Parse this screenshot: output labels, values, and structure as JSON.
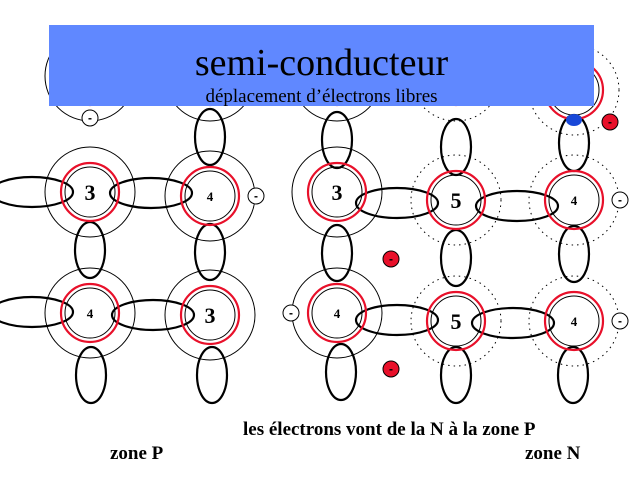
{
  "title": "semi-conducteur",
  "subtitle": "déplacement d’électrons libres",
  "captions": {
    "flow": "les électrons vont de la N à la zone P",
    "zone_p": "zone P",
    "zone_n": "zone N"
  },
  "colors": {
    "title_box": "#6088ff",
    "core_ring": "#e8102a",
    "free_electron": "#e8102a",
    "hole_electron": "#1848d8",
    "line": "#000000"
  },
  "atoms": [
    {
      "id": "p-r0-c0",
      "zone": "P",
      "label": "",
      "row": 0,
      "col": 0,
      "shell": "solid",
      "extra_electron": "bottom"
    },
    {
      "id": "p-r0-c1",
      "zone": "P",
      "label": "",
      "row": 0,
      "col": 1,
      "shell": "solid"
    },
    {
      "id": "p-r1-c0",
      "zone": "P",
      "label": "3",
      "row": 1,
      "col": 0,
      "shell": "solid"
    },
    {
      "id": "p-r1-c1",
      "zone": "P",
      "label": "4",
      "row": 1,
      "col": 1,
      "shell": "solid",
      "extra_electron": "right"
    },
    {
      "id": "p-r2-c0",
      "zone": "P",
      "label": "4",
      "row": 2,
      "col": 0,
      "shell": "solid"
    },
    {
      "id": "p-r2-c1",
      "zone": "P",
      "label": "3",
      "row": 2,
      "col": 1,
      "shell": "solid"
    },
    {
      "id": "n-r0-c0",
      "zone": "N",
      "label": "",
      "row": 0,
      "col": 2,
      "shell": "solid"
    },
    {
      "id": "n-r0-c1",
      "zone": "N",
      "label": "",
      "row": 0,
      "col": 3,
      "shell": "dotted"
    },
    {
      "id": "n-r0-c2",
      "zone": "N",
      "label": "",
      "row": 0,
      "col": 4,
      "shell": "dotted",
      "blue_electron": true
    },
    {
      "id": "n-r1-c0",
      "zone": "N",
      "label": "3",
      "row": 1,
      "col": 2,
      "shell": "solid"
    },
    {
      "id": "n-r1-c1",
      "zone": "N",
      "label": "5",
      "row": 1,
      "col": 3,
      "shell": "dotted"
    },
    {
      "id": "n-r1-c2",
      "zone": "N",
      "label": "4",
      "row": 1,
      "col": 4,
      "shell": "dotted",
      "extra_electron": "right"
    },
    {
      "id": "n-r2-c0",
      "zone": "N",
      "label": "4",
      "row": 2,
      "col": 2,
      "shell": "solid",
      "extra_electron": "left"
    },
    {
      "id": "n-r2-c1",
      "zone": "N",
      "label": "5",
      "row": 2,
      "col": 3,
      "shell": "dotted"
    },
    {
      "id": "n-r2-c2",
      "zone": "N",
      "label": "4",
      "row": 2,
      "col": 4,
      "shell": "dotted",
      "extra_electron": "right"
    }
  ],
  "free_electrons": [
    {
      "id": "free-1",
      "label": "-",
      "near": "n-r0-c2"
    },
    {
      "id": "free-2",
      "label": "-",
      "near": "between n-r1-c0 and n-r2-c0"
    },
    {
      "id": "free-3",
      "label": "-",
      "near": "below n-r2-c0"
    }
  ]
}
